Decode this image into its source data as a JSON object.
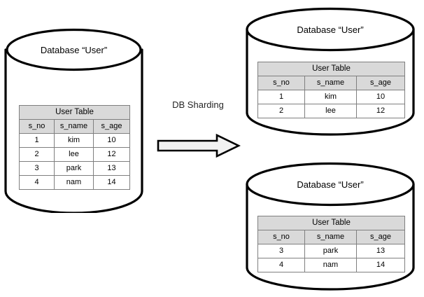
{
  "diagram": {
    "title_text": "DB Sharding",
    "colors": {
      "stroke": "#000000",
      "table_border": "#7f7f7f",
      "header_fill": "#d9d9d9",
      "cell_fill": "#ffffff",
      "arrow_fill": "#f2f2f2",
      "background": "#ffffff"
    }
  },
  "source_database": {
    "label": "Database “User”",
    "table": {
      "caption": "User Table",
      "columns": [
        "s_no",
        "s_name",
        "s_age"
      ],
      "rows": [
        [
          "1",
          "kim",
          "10"
        ],
        [
          "2",
          "lee",
          "12"
        ],
        [
          "3",
          "park",
          "13"
        ],
        [
          "4",
          "nam",
          "14"
        ]
      ]
    }
  },
  "shard_top": {
    "label": "Database “User”",
    "table": {
      "caption": "User Table",
      "columns": [
        "s_no",
        "s_name",
        "s_age"
      ],
      "rows": [
        [
          "1",
          "kim",
          "10"
        ],
        [
          "2",
          "lee",
          "12"
        ]
      ]
    }
  },
  "shard_bottom": {
    "label": "Database “User”",
    "table": {
      "caption": "User Table",
      "columns": [
        "s_no",
        "s_name",
        "s_age"
      ],
      "rows": [
        [
          "3",
          "park",
          "13"
        ],
        [
          "4",
          "nam",
          "14"
        ]
      ]
    }
  },
  "arrow": {
    "name": "sharding-arrow",
    "direction": "right"
  }
}
